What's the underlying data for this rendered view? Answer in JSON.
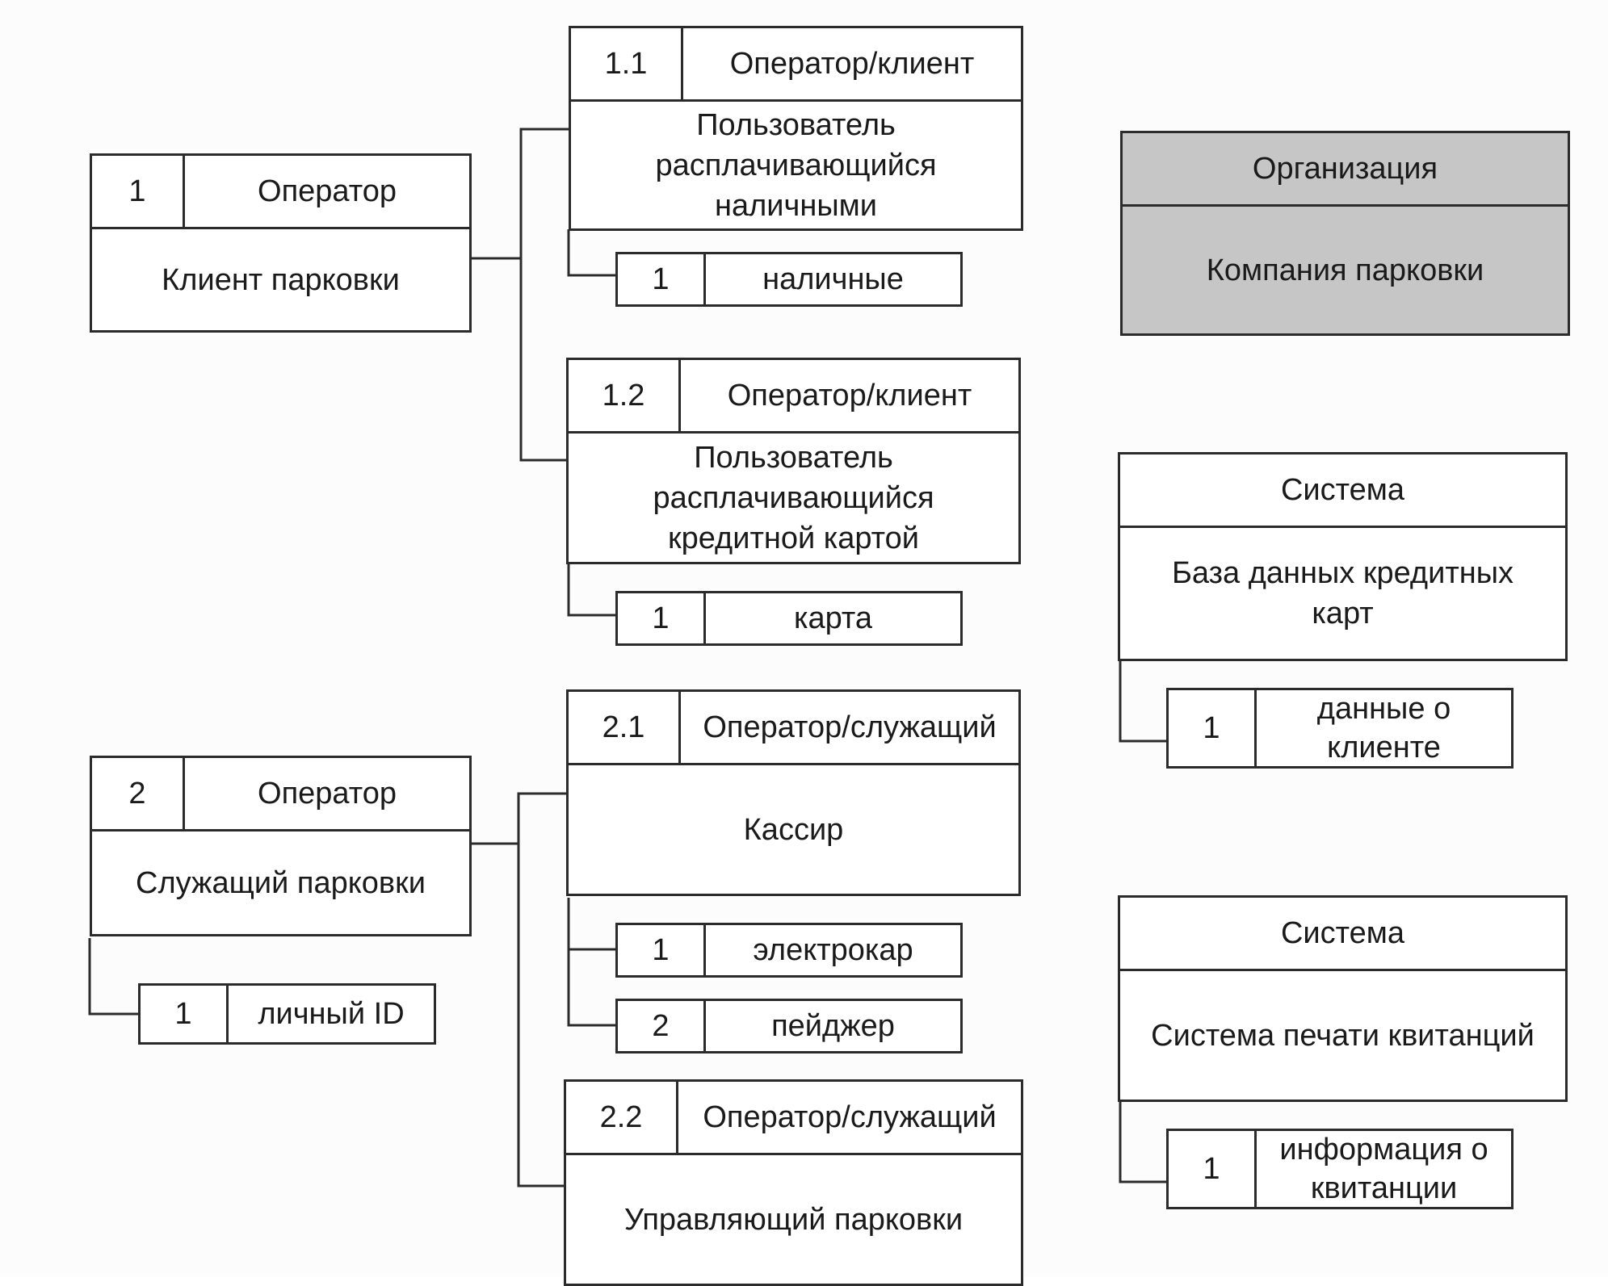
{
  "diagram": {
    "actors": {
      "a1": {
        "num": "1",
        "role": "Оператор",
        "name": "Клиент парковки"
      },
      "a11": {
        "num": "1.1",
        "role": "Оператор/клиент",
        "name": "Пользователь\nрасплачивающийся\nналичными"
      },
      "a12": {
        "num": "1.2",
        "role": "Оператор/клиент",
        "name": "Пользователь\nрасплачивающийся\nкредитной картой"
      },
      "a2": {
        "num": "2",
        "role": "Оператор",
        "name": "Служащий парковки"
      },
      "a21": {
        "num": "2.1",
        "role": "Оператор/служащий",
        "name": "Кассир"
      },
      "a22": {
        "num": "2.2",
        "role": "Оператор/служащий",
        "name": "Управляющий парковки"
      },
      "org": {
        "role": "Организация",
        "name": "Компания парковки"
      },
      "sys1": {
        "role": "Система",
        "name": "База данных кредитных\nкарт"
      },
      "sys2": {
        "role": "Система",
        "name": "Система печати квитанций"
      }
    },
    "items": {
      "cash": {
        "num": "1",
        "label": "наличные"
      },
      "card": {
        "num": "1",
        "label": "карта"
      },
      "id": {
        "num": "1",
        "label": "личный ID"
      },
      "ecar": {
        "num": "1",
        "label": "электрокар"
      },
      "pager": {
        "num": "2",
        "label": "пейджер"
      },
      "client": {
        "num": "1",
        "label": "данные о\nклиенте"
      },
      "receipt": {
        "num": "1",
        "label": "информация о\nквитанции"
      }
    }
  }
}
